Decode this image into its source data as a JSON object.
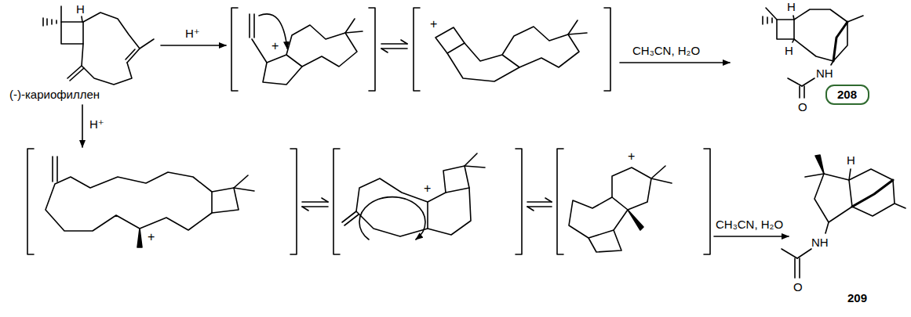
{
  "diagram": {
    "nodes": [
      {
        "text": [
          "208"
        ]
      }
    ],
    "edges": [],
    "labels": [
      "(-)-кариофиллен",
      "H⁺",
      "H⁺",
      "CH₃CN, H₂O",
      "CH₃CN, H₂O",
      "209",
      "H",
      "H",
      "H",
      "NH",
      "O",
      "H",
      "NH",
      "O",
      "+",
      "+",
      "+",
      "+",
      "+"
    ]
  }
}
